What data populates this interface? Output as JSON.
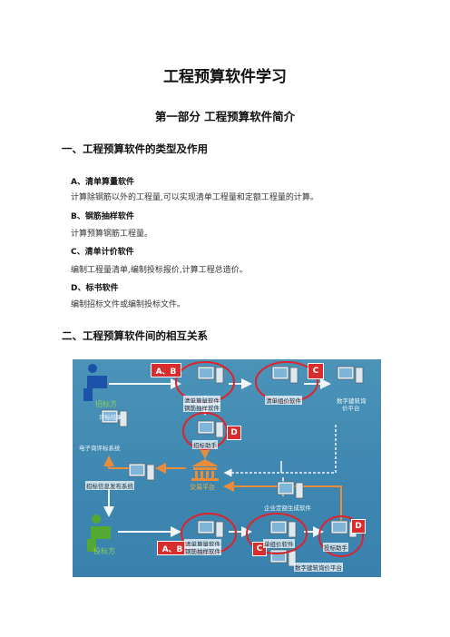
{
  "title": "工程预算软件学习",
  "part_title": "第一部分 工程预算软件简介",
  "section1": {
    "heading": "一、工程预算软件的类型及作用",
    "items": [
      {
        "label": "A、清单算量软件",
        "desc": "计算除钢筋以外的工程量,可以实现清单工程量和定额工程量的计算。"
      },
      {
        "label": "B、钢筋抽样软件",
        "desc": "计算预算钢筋工程量。"
      },
      {
        "label": "C、清单计价软件",
        "desc": "编制工程量清单,编制投标报价,计算工程总造价。"
      },
      {
        "label": "D、标书软件",
        "desc": "编制招标文件或编制投标文件。"
      }
    ]
  },
  "section2": {
    "heading": "二、工程预算软件间的相互关系"
  },
  "diagram": {
    "zhaobiaofang": "招标方",
    "pingbiao": "评标结果",
    "dianzi_pingbiao": "电子询评标系统",
    "qingdan_suanliang_1": "清单算量软件",
    "gangjin_1": "钢筋抽样软件",
    "qingdan_jijia_1": "清单组价软件",
    "shuzi_jianzhu_1a": "数字建筑询",
    "shuzi_jianzhu_1b": "价平台",
    "zhaobiao_zhushou": "招标助手",
    "xinxi_fabu": "招标信息发布系统",
    "jiaoyi_pingtai": "交易平台",
    "qiye_shiji": "企业定额生成软件",
    "toubiaofang": "投标方",
    "qingdan_suanliang_2": "清单算量软件",
    "gangjin_2": "钢筋抽样软件",
    "qingdan_jijia_2": "单组价软件",
    "toubiao_zhushou": "投标助手",
    "shuzi_jianzhu_2": "数字建筑询价平台",
    "badge_ab": "A、B",
    "badge_c": "C",
    "badge_d": "D"
  }
}
